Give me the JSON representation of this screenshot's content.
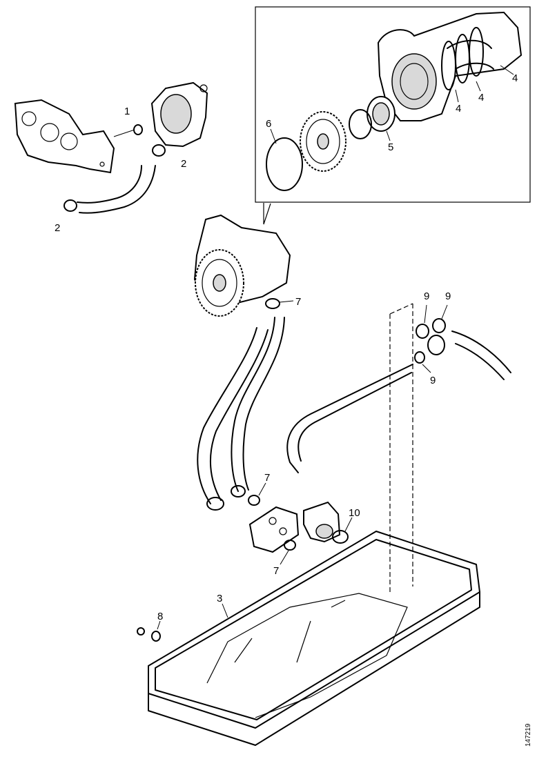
{
  "figure": {
    "document_number": "147219",
    "callouts": {
      "c1": "1",
      "c2a": "2",
      "c2b": "2",
      "c3": "3",
      "c4a": "4",
      "c4b": "4",
      "c4c": "4",
      "c5": "5",
      "c6": "6",
      "c7a": "7",
      "c7b": "7",
      "c7c": "7",
      "c8": "8",
      "c9a": "9",
      "c9b": "9",
      "c9c": "9",
      "c10": "10"
    }
  }
}
